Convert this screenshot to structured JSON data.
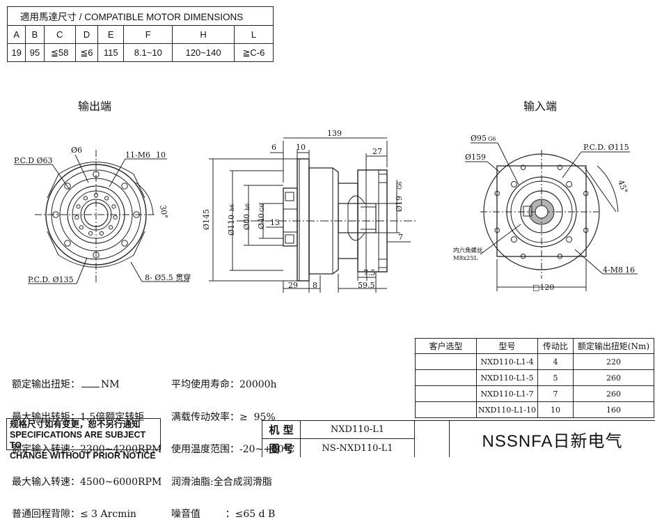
{
  "dimension_table": {
    "title": "適用馬達尺寸 / COMPATIBLE MOTOR DIMENSIONS",
    "headers": [
      "A",
      "B",
      "C",
      "D",
      "E",
      "F",
      "H",
      "L"
    ],
    "values": [
      "19",
      "95",
      "≦58",
      "≦6",
      "115",
      "8.1~10",
      "120~140",
      "≧C-6"
    ]
  },
  "views": {
    "output_label": "输出端",
    "input_label": "输入端"
  },
  "output_view": {
    "pcd_63": "P.C.D  Ø63",
    "phi6": "Ø6",
    "m6": "11-M6",
    "m6_depth": "10",
    "angle": "30°",
    "pcd_135": "P.C.D.  Ø135",
    "holes": "8- Ø5.5 贯穿"
  },
  "side_view": {
    "len_139": "139",
    "len_6": "6",
    "len_10": "10",
    "len_27": "27",
    "d145": "Ø145",
    "d110": "Ø110",
    "d110_tol": "h6",
    "d80": "Ø80",
    "d80_tol": "h6",
    "d40": "Ø40",
    "d40_tol": "G6",
    "len_13": "13",
    "d19": "Ø19",
    "d19_tol": "G6",
    "len_7": "7",
    "len_75": "7.5",
    "len_29": "29",
    "len_8": "8",
    "len_595": "59.5"
  },
  "input_view": {
    "d95": "Ø95",
    "d95_tol": "G6",
    "d159": "Ø159",
    "pcd_115": "P.C.D.  Ø115",
    "angle": "45°",
    "screw_line1": "内六角螺丝",
    "screw_line2": "M8x25L",
    "m8": "4-M8",
    "m8_depth": "16",
    "square": "□120"
  },
  "specs": {
    "left": [
      {
        "label": "额定输出扭矩：",
        "value": "NM",
        "blank": true
      },
      {
        "label": "最大输出转矩：",
        "value": "1.5倍额定转矩"
      },
      {
        "label": "额定输入转速：",
        "value": "2300~4200RPM"
      },
      {
        "label": "最大输入转速：",
        "value": "4500~6000RPM"
      },
      {
        "label": "普通回程背隙：",
        "value": "≤ 3 Arcmin"
      }
    ],
    "right": [
      {
        "label": "平均使用寿命：",
        "value": "20000h"
      },
      {
        "label": "满载传动效率：",
        "value": "≥  95%"
      },
      {
        "label": "使用温度范围：",
        "value": "-20~+80℃"
      },
      {
        "label": "润滑油脂:",
        "value": "全合成润滑脂"
      },
      {
        "label": "噪音值        ：",
        "value": "≤65 d B"
      }
    ]
  },
  "model_table": {
    "headers": [
      "客户选型",
      "型号",
      "传动比",
      "额定输出扭矩(Nm)"
    ],
    "rows": [
      [
        "",
        "NXD110-L1-4",
        "4",
        "220"
      ],
      [
        "",
        "NXD110-L1-5",
        "5",
        "260"
      ],
      [
        "",
        "NXD110-L1-7",
        "7",
        "260"
      ],
      [
        "",
        "NXD110-L1-10",
        "10",
        "160"
      ]
    ]
  },
  "notice": {
    "cn": "规格尺寸如有变更，恕不另行通知",
    "en1": "SPECIFICATIONS ARE SUBJECT TO",
    "en2": "CHANGE WITHOUT PRIOR NOTICE"
  },
  "title_block": {
    "model_label": "机 型",
    "model_value": "NXD110-L1",
    "drawing_label": "图 号",
    "drawing_value": "NS-NXD110-L1",
    "company": "NSSNFA日新电气"
  }
}
